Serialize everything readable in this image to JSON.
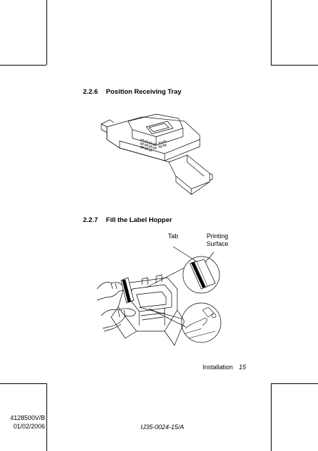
{
  "sections": [
    {
      "number": "2.2.6",
      "title": "Position Receiving Tray"
    },
    {
      "number": "2.2.7",
      "title": "Fill the Label Hopper"
    }
  ],
  "callouts": {
    "tab": "Tab",
    "printing_surface_line1": "Printing",
    "printing_surface_line2": "Surface"
  },
  "footer": {
    "chapter": "Installation",
    "page_number": "15",
    "doc_id": "4128500V/B",
    "date": "01/02/2006",
    "drawing_ref": "IJ35-0024-15/A"
  }
}
